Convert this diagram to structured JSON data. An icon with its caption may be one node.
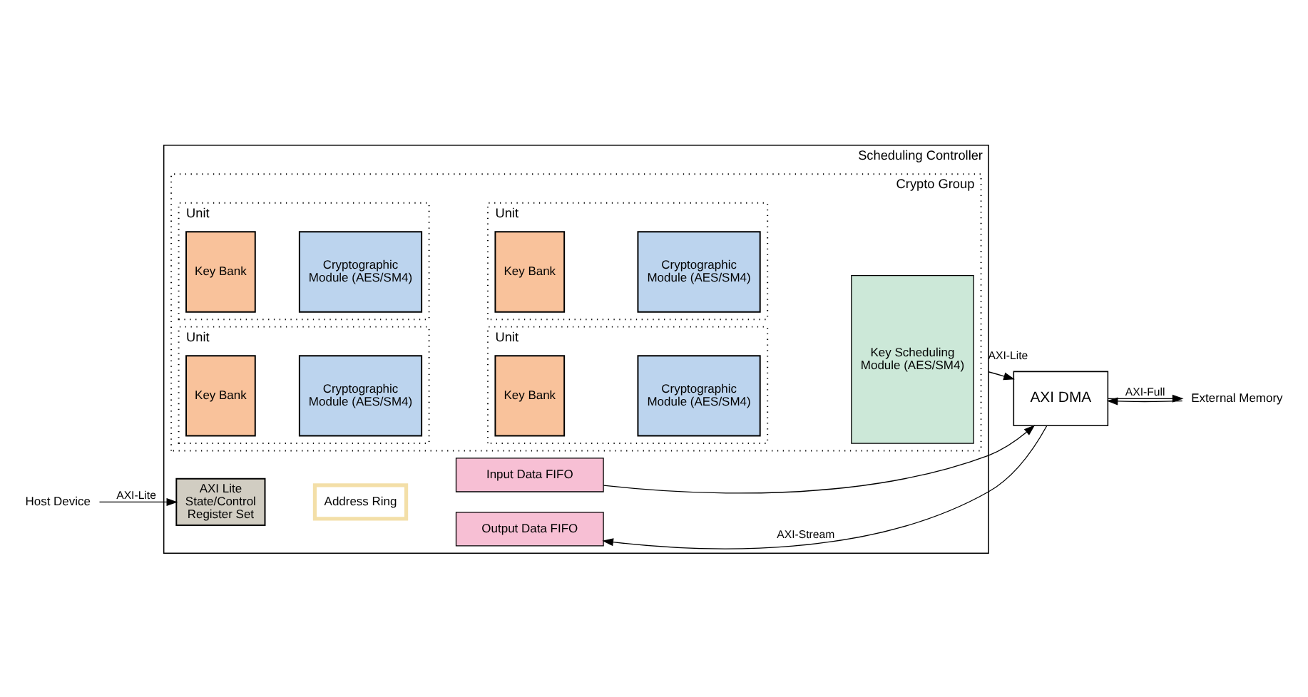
{
  "diagram": {
    "nodes": [
      {
        "text": [
          "Host Device"
        ]
      },
      {
        "text": [
          "Scheduling Controller"
        ]
      },
      {
        "text": [
          "AXI Lite State/Control Register Set"
        ],
        "in": 1
      },
      {
        "text": [
          "Address Ring"
        ],
        "in": 1
      },
      {
        "text": [
          "Input Data FIFO"
        ],
        "in": 1
      },
      {
        "text": [
          "Output Data FIFO"
        ],
        "in": 1
      },
      {
        "text": [
          "Crypto Group"
        ],
        "in": 1
      },
      {
        "text": [
          "Unit"
        ],
        "in": 6
      },
      {
        "text": [
          "Key Bank"
        ],
        "in": 7
      },
      {
        "text": [
          "Cryptographic Module (AES/SM4)"
        ],
        "in": 7
      },
      {
        "text": [
          "Unit"
        ],
        "in": 6
      },
      {
        "text": [
          "Key Bank"
        ],
        "in": 10
      },
      {
        "text": [
          "Cryptographic Module (AES/SM4)"
        ],
        "in": 10
      },
      {
        "text": [
          "Unit"
        ],
        "in": 6
      },
      {
        "text": [
          "Key Bank"
        ],
        "in": 13
      },
      {
        "text": [
          "Cryptographic Module (AES/SM4)"
        ],
        "in": 13
      },
      {
        "text": [
          "Unit"
        ],
        "in": 6
      },
      {
        "text": [
          "Key Bank"
        ],
        "in": 16
      },
      {
        "text": [
          "Cryptographic Module (AES/SM4)"
        ],
        "in": 16
      },
      {
        "text": [
          "Key Scheduling Module (AES/SM4)"
        ],
        "in": 6
      },
      {
        "text": [
          "External Memory"
        ]
      },
      {
        "text": [
          "AXI DMA"
        ]
      }
    ],
    "edges": [
      {
        "from": 0,
        "to": 2,
        "arrow": "to",
        "label": "AXI-Lite"
      },
      {
        "from": 4,
        "to": 21,
        "arrow": "to"
      },
      {
        "from": 21,
        "to": 5,
        "arrow": "to",
        "label": "AXI-Stream"
      },
      {
        "from": 21,
        "to": 20,
        "arrow": "to",
        "label": "AXI-Full"
      },
      {
        "from": 20,
        "to": 21,
        "arrow": "to"
      },
      {
        "from": 1,
        "to": 21,
        "arrow": "to",
        "label": "AXI-Lite"
      }
    ]
  }
}
